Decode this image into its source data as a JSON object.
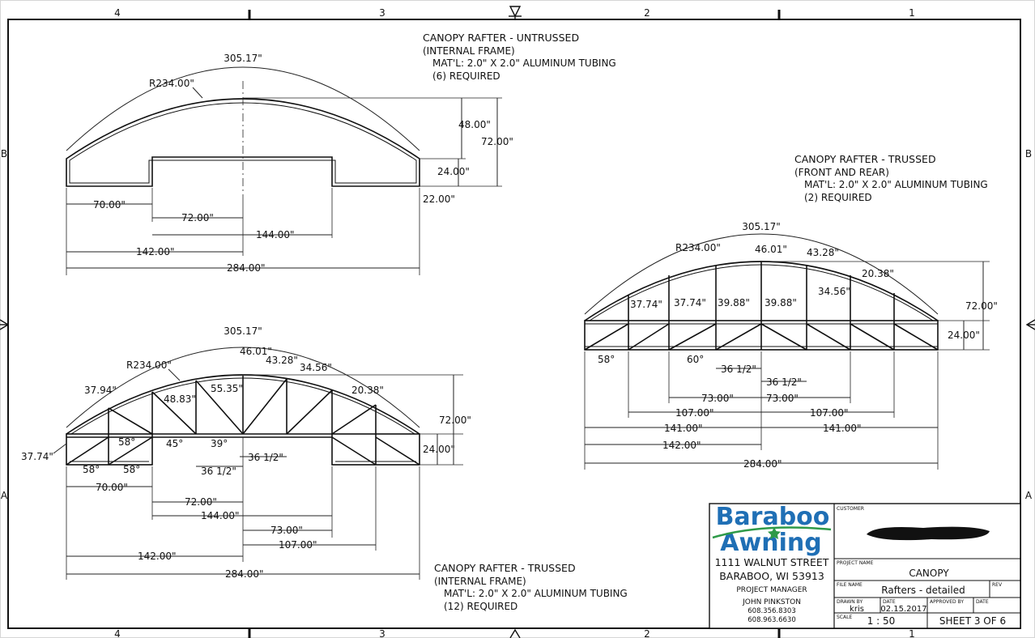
{
  "border_zones": {
    "top": [
      "4",
      "3",
      "2",
      "1"
    ],
    "bottom": [
      "4",
      "3",
      "2",
      "1"
    ],
    "left": [
      "B",
      "A"
    ],
    "right": [
      "B",
      "A"
    ]
  },
  "untrussed": {
    "title": "CANOPY RAFTER - UNTRUSSED",
    "sub": "(INTERNAL FRAME)",
    "matl": "MAT'L: 2.0\" X 2.0\" ALUMINUM TUBING",
    "qty": "(6) REQUIRED",
    "dims": {
      "arc": "305.17\"",
      "radius": "R234.00\"",
      "h48": "48.00\"",
      "h72": "72.00\"",
      "h24": "24.00\"",
      "h22": "22.00\"",
      "w70": "70.00\"",
      "w72": "72.00\"",
      "w144": "144.00\"",
      "w142": "142.00\"",
      "w284": "284.00\""
    }
  },
  "trussed_internal": {
    "title": "CANOPY RAFTER - TRUSSED",
    "sub": "(INTERNAL FRAME)",
    "matl": "MAT'L: 2.0\" X 2.0\" ALUMINUM TUBING",
    "qty": "(12) REQUIRED",
    "dims": {
      "arc": "305.17\"",
      "radius": "R234.00\"",
      "d46": "46.01\"",
      "d43": "43.28\"",
      "d345": "34.56\"",
      "d2038": "20.38\"",
      "d3794": "37.94\"",
      "d4883": "48.83\"",
      "d5535": "55.35\"",
      "d3774": "37.74\"",
      "a58a": "58°",
      "a45": "45°",
      "a39": "39°",
      "a58b": "58°",
      "a58c": "58°",
      "h72": "72.00\"",
      "h24": "24.00\"",
      "s36a": "36 1/2\"",
      "s36b": "36 1/2\"",
      "w70": "70.00\"",
      "w72": "72.00\"",
      "w144": "144.00\"",
      "w73": "73.00\"",
      "w107": "107.00\"",
      "w142": "142.00\"",
      "w284": "284.00\""
    }
  },
  "trussed_front": {
    "title": "CANOPY RAFTER - TRUSSED",
    "sub": "(FRONT AND REAR)",
    "matl": "MAT'L: 2.0\" X 2.0\" ALUMINUM TUBING",
    "qty": "(2) REQUIRED",
    "dims": {
      "arc": "305.17\"",
      "radius": "R234.00\"",
      "d46": "46.01\"",
      "d43": "43.28\"",
      "d345": "34.56\"",
      "d2038": "20.38\"",
      "d3774a": "37.74\"",
      "d3774b": "37.74\"",
      "d3988a": "39.88\"",
      "d3988b": "39.88\"",
      "a58": "58°",
      "a60": "60°",
      "h72": "72.00\"",
      "h24": "24.00\"",
      "s36a": "36 1/2\"",
      "s36b": "36 1/2\"",
      "w73a": "73.00\"",
      "w73b": "73.00\"",
      "w107a": "107.00\"",
      "w107b": "107.00\"",
      "w141a": "141.00\"",
      "w141b": "141.00\"",
      "w142": "142.00\"",
      "w284": "284.00\""
    }
  },
  "title_block": {
    "logo_line1": "Baraboo",
    "logo_line2": "Awning",
    "address1": "1111 WALNUT STREET",
    "address2": "BARABOO, WI 53913",
    "pm_label": "PROJECT MANAGER",
    "pm_name": "JOHN PINKSTON",
    "phone1": "608.356.8303",
    "phone2": "608.963.6630",
    "customer_label": "CUSTOMER",
    "project_label": "PROJECT NAME",
    "project_name": "CANOPY",
    "file_label": "FILE NAME",
    "file_name": "Rafters - detailed",
    "rev_label": "REV",
    "drawn_label": "DRAWN BY",
    "drawn_by": "kris",
    "date_label": "DATE",
    "date": "02.15.2017",
    "approved_label": "APPROVED BY",
    "date2_label": "DATE",
    "scale_label": "SCALE",
    "scale": "1 : 50",
    "sheet": "SHEET 3 OF 6"
  },
  "colors": {
    "logo_blue": "#1f6fb5",
    "logo_green": "#2e9a48",
    "ink": "#111111",
    "redaction": "#111111"
  }
}
